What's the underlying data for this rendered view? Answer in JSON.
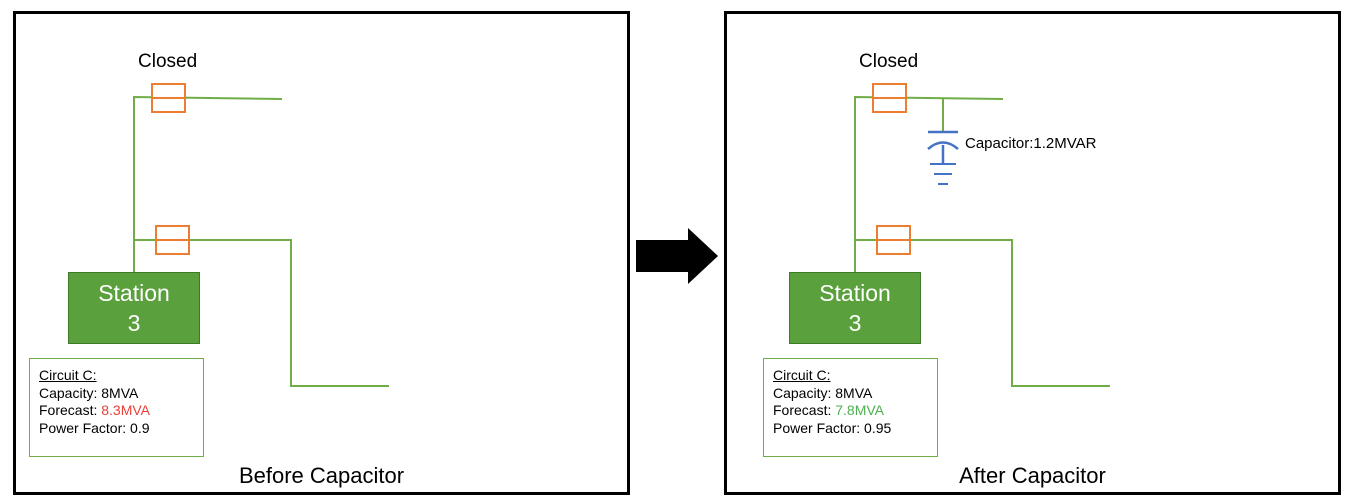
{
  "before": {
    "switch_label": "Closed",
    "station": {
      "line1": "Station",
      "line2": "3"
    },
    "circuit": {
      "title": "Circuit C:",
      "capacity_label": "Capacity: ",
      "capacity_value": "8MVA",
      "forecast_label": "Forecast: ",
      "forecast_value": "8.3MVA",
      "forecast_color": "#e8413a",
      "pf_label": "Power Factor: ",
      "pf_value": "0.9"
    },
    "caption": "Before Capacitor"
  },
  "after": {
    "switch_label": "Closed",
    "capacitor_label": "Capacitor:1.2MVAR",
    "station": {
      "line1": "Station",
      "line2": "3"
    },
    "circuit": {
      "title": "Circuit C:",
      "capacity_label": "Capacity: ",
      "capacity_value": "8MVA",
      "forecast_label": "Forecast: ",
      "forecast_value": "7.8MVA",
      "forecast_color": "#4caf50",
      "pf_label": "Power Factor: ",
      "pf_value": "0.95"
    },
    "caption": "After Capacitor"
  },
  "colors": {
    "line": "#70ad47",
    "switch": "#ed7d31",
    "capacitor": "#4472c4",
    "station": "#5aa03c"
  },
  "icons": {
    "transition_arrow": "right-arrow-icon",
    "capacitor": "capacitor-symbol-icon",
    "switch": "switch-box-icon"
  }
}
